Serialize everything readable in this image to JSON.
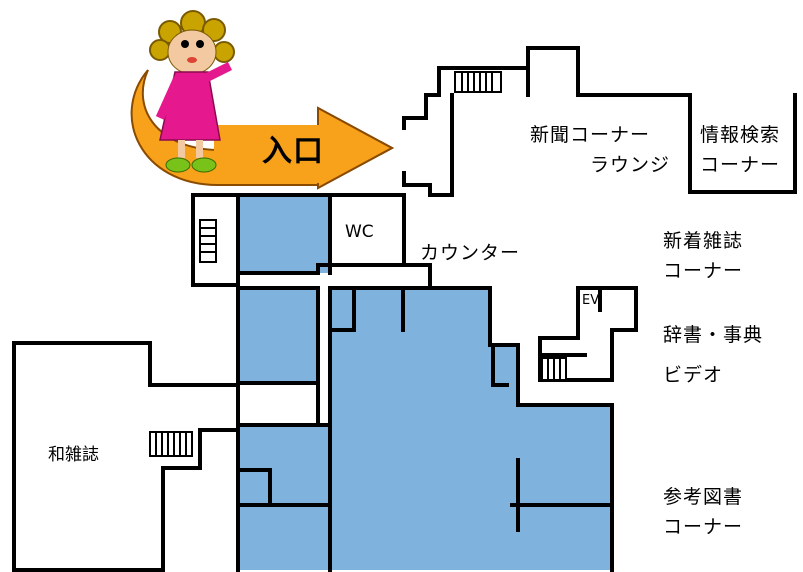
{
  "colors": {
    "room_fill": "#7fb2dc",
    "wall": "#000000",
    "arrow_fill": "#f7a21a",
    "arrow_stroke": "#8a4a00",
    "dress": "#e6188e"
  },
  "labels": {
    "entrance": "入口",
    "wc": "WC",
    "counter": "カウンター",
    "ev": "EV",
    "newspaper_1": "新聞コーナー",
    "newspaper_2": "ラウンジ",
    "info_1": "情報検索",
    "info_2": "コーナー",
    "new_mag_1": "新着雑誌",
    "new_mag_2": "コーナー",
    "dictionary": "辞書・事典",
    "video": "ビデオ",
    "reference_1": "参考図書",
    "reference_2": "コーナー",
    "japanese_mag": "和雑誌"
  },
  "icons": [
    "girl-mascot",
    "entrance-arrow",
    "stairs",
    "elevator"
  ]
}
